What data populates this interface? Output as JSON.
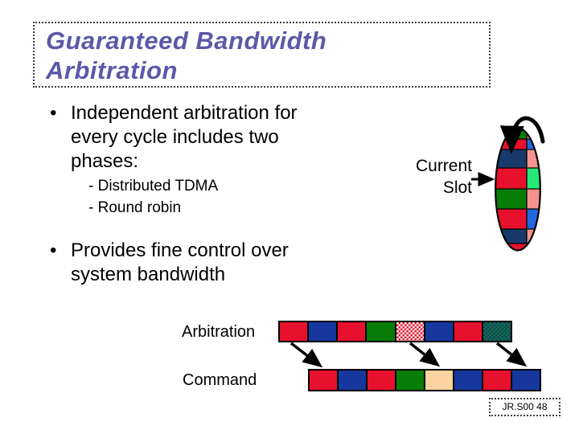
{
  "title": {
    "line1": "Guaranteed Bandwidth",
    "line2": "Arbitration"
  },
  "bullet_char": "•",
  "bullets": {
    "b1": {
      "lines": [
        "Independent arbitration for",
        "every cycle includes two",
        "phases:"
      ],
      "subs": [
        "- Distributed TDMA",
        "- Round robin"
      ]
    },
    "b2": {
      "lines": [
        "Provides fine control over",
        "system bandwidth"
      ]
    }
  },
  "current_slot": {
    "line1": "Current",
    "line2": "Slot"
  },
  "arbitration": {
    "label": "Arbitration",
    "segments": [
      "red",
      "blue",
      "red",
      "green",
      "checker_red",
      "blue",
      "red",
      "checker_green"
    ]
  },
  "command": {
    "label": "Command",
    "segments": [
      "red",
      "blue",
      "red",
      "green",
      "peach",
      "blue",
      "red",
      "blue"
    ]
  },
  "wheel": {
    "front_segments": [
      "green",
      "red",
      "navy",
      "red",
      "green",
      "red",
      "navy",
      "red"
    ],
    "side_segments": [
      "pink",
      "side_blue",
      "pink",
      "spring_green",
      "pink",
      "side_blue",
      "pink",
      "spring_green"
    ]
  },
  "footer": {
    "text": "JR.S00 48"
  },
  "palette": {
    "red": "#e8112d",
    "blue": "#15379e",
    "navy": "#17396b",
    "green": "#077d07",
    "spring_green": "#27e878",
    "pink": "#f4938f",
    "side_blue": "#2266e0",
    "peach": "#fbd3a0",
    "title_color": "#5b59a8",
    "checker_red": {
      "a": "#e8112d",
      "b": "#ffffff"
    },
    "checker_green": {
      "a": "#077d3a",
      "b": "#17396b"
    }
  }
}
